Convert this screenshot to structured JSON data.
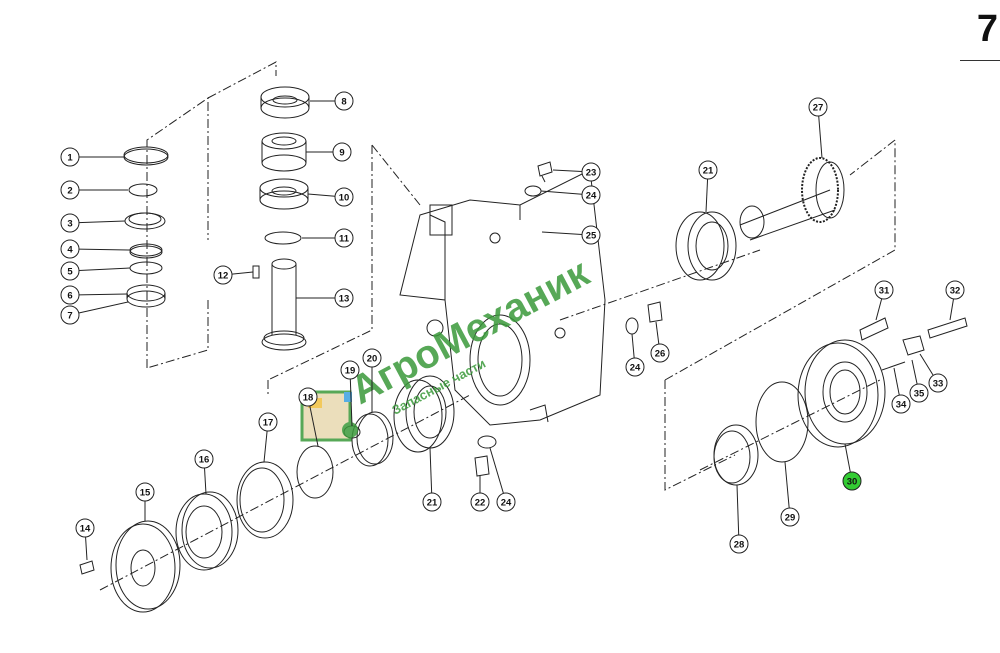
{
  "page": {
    "number": "7"
  },
  "highlight_color": "#33cc33",
  "watermark": {
    "title": "АгроМеханик",
    "subtitle": "Запасные части",
    "color": "#3a9a3a"
  },
  "callouts": [
    {
      "label": "1"
    },
    {
      "label": "2"
    },
    {
      "label": "3"
    },
    {
      "label": "4"
    },
    {
      "label": "5"
    },
    {
      "label": "6"
    },
    {
      "label": "7"
    },
    {
      "label": "8"
    },
    {
      "label": "9"
    },
    {
      "label": "10"
    },
    {
      "label": "11"
    },
    {
      "label": "12"
    },
    {
      "label": "13"
    },
    {
      "label": "14"
    },
    {
      "label": "15"
    },
    {
      "label": "16"
    },
    {
      "label": "17"
    },
    {
      "label": "18"
    },
    {
      "label": "19"
    },
    {
      "label": "20"
    },
    {
      "label": "21"
    },
    {
      "label": "21"
    },
    {
      "label": "22"
    },
    {
      "label": "23"
    },
    {
      "label": "24"
    },
    {
      "label": "24"
    },
    {
      "label": "24"
    },
    {
      "label": "25"
    },
    {
      "label": "26"
    },
    {
      "label": "27"
    },
    {
      "label": "28"
    },
    {
      "label": "29"
    },
    {
      "label": "30",
      "highlighted": true
    },
    {
      "label": "31"
    },
    {
      "label": "32"
    },
    {
      "label": "33"
    },
    {
      "label": "34"
    },
    {
      "label": "35"
    }
  ]
}
